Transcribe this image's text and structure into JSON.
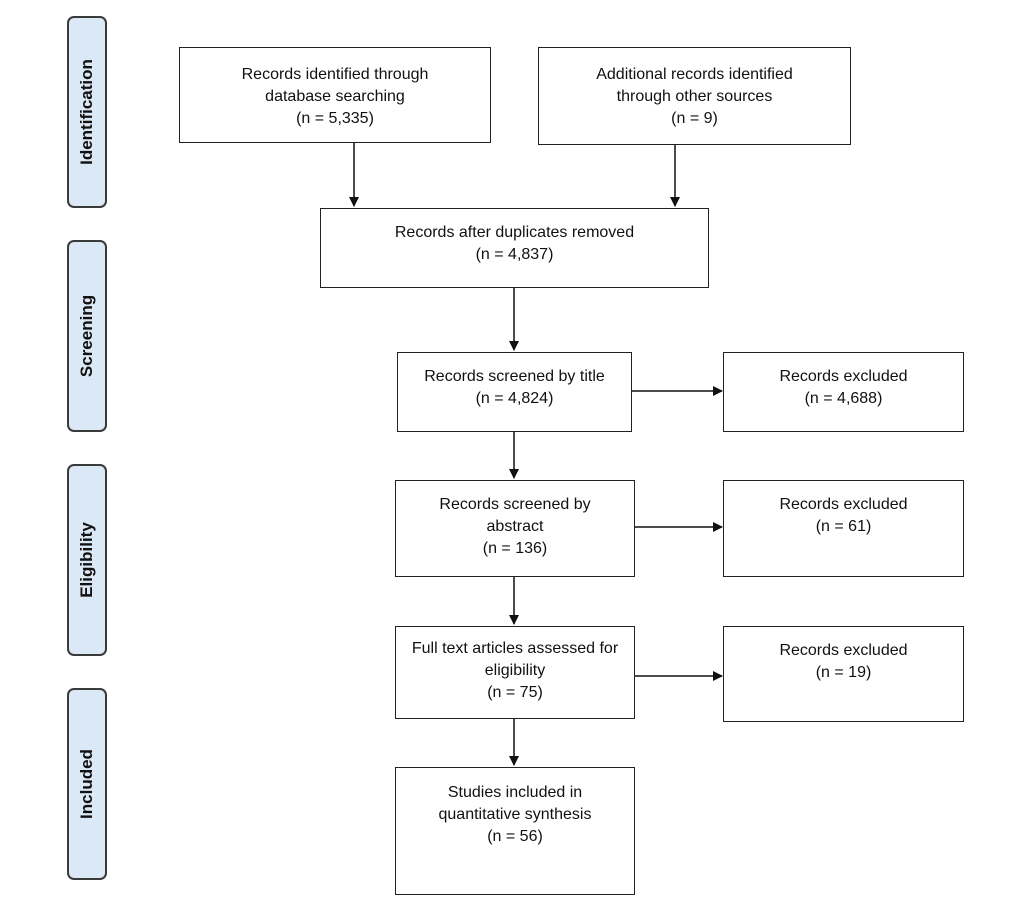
{
  "phases": {
    "identification": "Identification",
    "screening": "Screening",
    "eligibility": "Eligibility",
    "included": "Included"
  },
  "boxes": {
    "database": {
      "title": "Records identified through database searching",
      "count": "(n = 5,335)"
    },
    "other": {
      "title": "Additional records identified through other sources",
      "count": "(n = 9)"
    },
    "dedup": {
      "title": "Records after duplicates removed",
      "count": "(n = 4,837)"
    },
    "title_screen": {
      "title": "Records screened by title",
      "count": "(n = 4,824)"
    },
    "excluded_title": {
      "title": "Records excluded",
      "count": "(n =  4,688)"
    },
    "abstract_screen": {
      "title": "Records screened by abstract",
      "count": "(n = 136)"
    },
    "excluded_abstract": {
      "title": "Records excluded",
      "count": "(n = 61)"
    },
    "fulltext": {
      "title": "Full text articles assessed for eligibility",
      "count": "(n = 75)"
    },
    "excluded_fulltext": {
      "title": "Records excluded",
      "count": "(n =  19)"
    },
    "included": {
      "title": "Studies included in quantitative synthesis",
      "count": "(n = 56)"
    }
  }
}
